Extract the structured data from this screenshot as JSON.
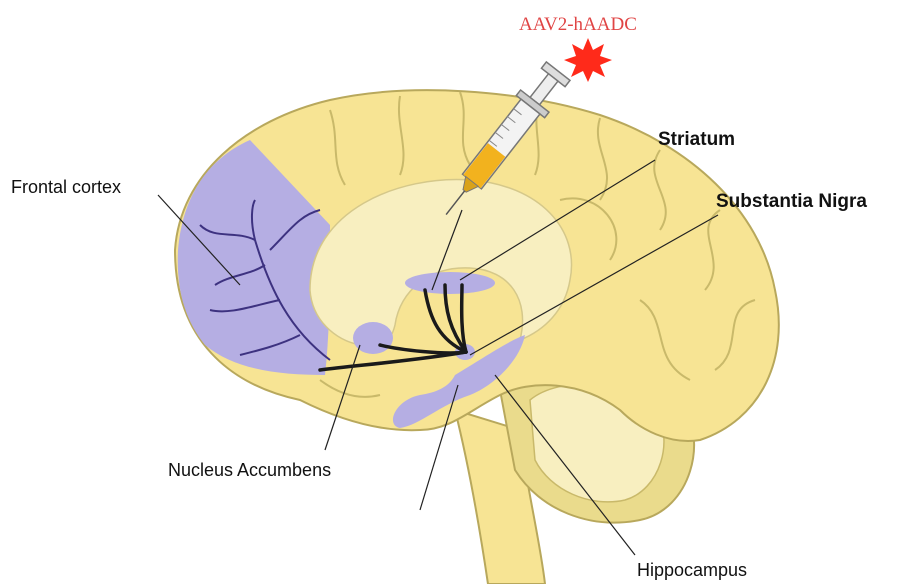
{
  "labels": {
    "virus": "AAV2-hAADC",
    "striatum": "Striatum",
    "substantia_nigra": "Substantia Nigra",
    "frontal_cortex": "Frontal cortex",
    "nucleus_accumbens": "Nucleus Accumbens",
    "hippocampus": "Hippocampus"
  },
  "colors": {
    "brain": "#f7e494",
    "brain_outline": "#b8a85c",
    "inner": "#f8efc0",
    "highlight": "#b5aee3",
    "pathway": "#1a1a1a",
    "virus_burst": "#ff2a1a",
    "syringe_fluid": "#f2b21e"
  }
}
